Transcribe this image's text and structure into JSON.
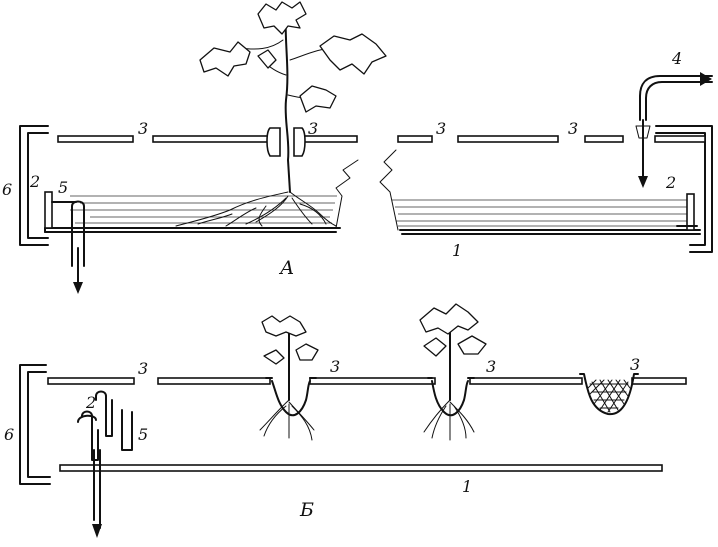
{
  "labels": {
    "top_frame": "6",
    "top_stand_left": "2",
    "top_drain_pipe": "5",
    "top_cover_1": "3",
    "top_stem_clamp": "3",
    "top_cover_2": "3",
    "top_cover_3": "3",
    "top_inflow": "4",
    "top_stand_right": "2",
    "top_trough": "1",
    "top_caption": "А",
    "bot_frame": "6",
    "bot_stand": "2",
    "bot_drain_pipe": "5",
    "bot_cover_1": "3",
    "bot_pot_1": "3",
    "bot_pot_2": "3",
    "bot_basket": "3",
    "bot_trough": "1",
    "bot_caption": "Б"
  }
}
